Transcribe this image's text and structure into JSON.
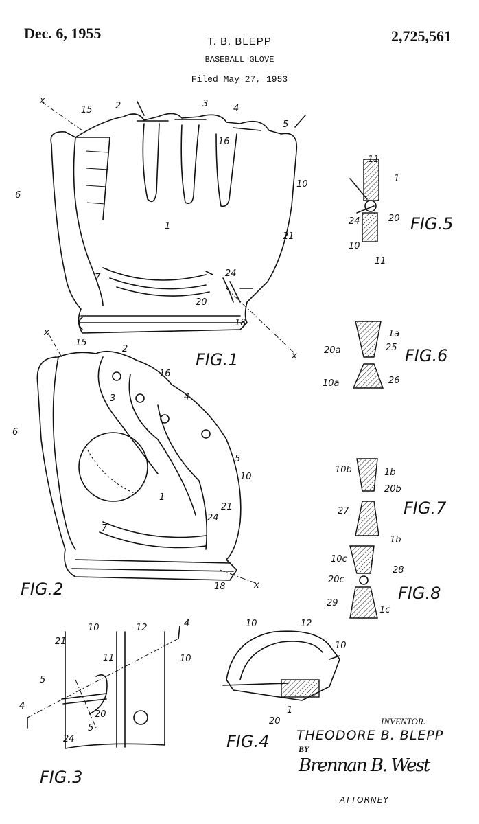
{
  "header": {
    "date": "Dec. 6, 1955",
    "inventor_short": "T. B. BLEPP",
    "title": "BASEBALL GLOVE",
    "filed": "Filed May 27, 1953",
    "patent_number": "2,725,561"
  },
  "figures": {
    "fig1": {
      "label": "FIG.1",
      "numerals": [
        "15",
        "2",
        "3",
        "4",
        "5",
        "16",
        "6",
        "10",
        "1",
        "21",
        "7",
        "24",
        "20",
        "18",
        "x",
        "x"
      ]
    },
    "fig2": {
      "label": "FIG.2",
      "numerals": [
        "15",
        "2",
        "16",
        "3",
        "4",
        "6",
        "5",
        "10",
        "1",
        "21",
        "7",
        "24",
        "18",
        "x",
        "x"
      ]
    },
    "fig3": {
      "label": "FIG.3",
      "numerals": [
        "10",
        "12",
        "4",
        "21",
        "11",
        "10",
        "5",
        "4",
        "20",
        "5",
        "24"
      ]
    },
    "fig4": {
      "label": "FIG.4",
      "numerals": [
        "10",
        "12",
        "10",
        "1",
        "20"
      ]
    },
    "fig5": {
      "label": "FIG.5",
      "numerals": [
        "11",
        "1",
        "20",
        "24",
        "10",
        "11"
      ]
    },
    "fig6": {
      "label": "FIG.6",
      "numerals": [
        "1a",
        "25",
        "20a",
        "26",
        "10a"
      ]
    },
    "fig7": {
      "label": "FIG.7",
      "numerals": [
        "10b",
        "1b",
        "20b",
        "27",
        "1b"
      ]
    },
    "fig8": {
      "label": "FIG.8",
      "numerals": [
        "10c",
        "20c",
        "28",
        "29",
        "1c"
      ]
    }
  },
  "signature_block": {
    "inventor_label": "INVENTOR.",
    "inventor_name": "THEODORE B. BLEPP",
    "by": "BY",
    "signature": "Brennan B. West",
    "role": "ATTORNEY"
  }
}
